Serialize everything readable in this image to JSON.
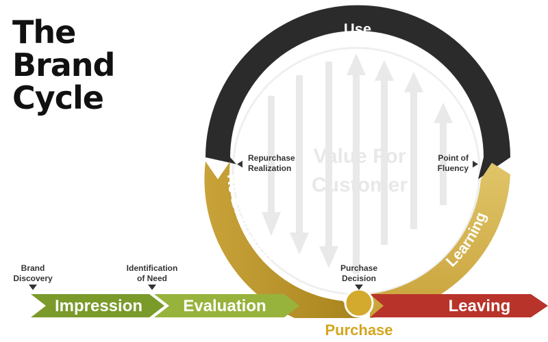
{
  "title": {
    "line1": "The",
    "line2": "Brand",
    "line3": "Cycle"
  },
  "cycle": {
    "use": "Use",
    "re_evaluation": "Re-Evaluation",
    "learning": "Learning",
    "purchase": "Purchase",
    "center_line1": "Value For",
    "center_line2": "Customer"
  },
  "markers": {
    "brand_discovery": [
      "Brand",
      "Discovery"
    ],
    "identification_of_need": [
      "Identification",
      "of Need"
    ],
    "purchase_decision": [
      "Purchase",
      "Decision"
    ],
    "repurchase_realization": [
      "Repurchase",
      "Realization"
    ],
    "point_of_fluency": [
      "Point of",
      "Fluency"
    ]
  },
  "stages": {
    "impression": "Impression",
    "evaluation": "Evaluation",
    "leaving": "Leaving"
  },
  "colors": {
    "dark": "#2b2b2b",
    "olive": "#7a9a2a",
    "olive_light": "#98b33c",
    "gold": "#c9a23a",
    "gold_dark": "#a8841c",
    "red": "#b8332a",
    "gray_arrow": "#e6e6e6"
  }
}
